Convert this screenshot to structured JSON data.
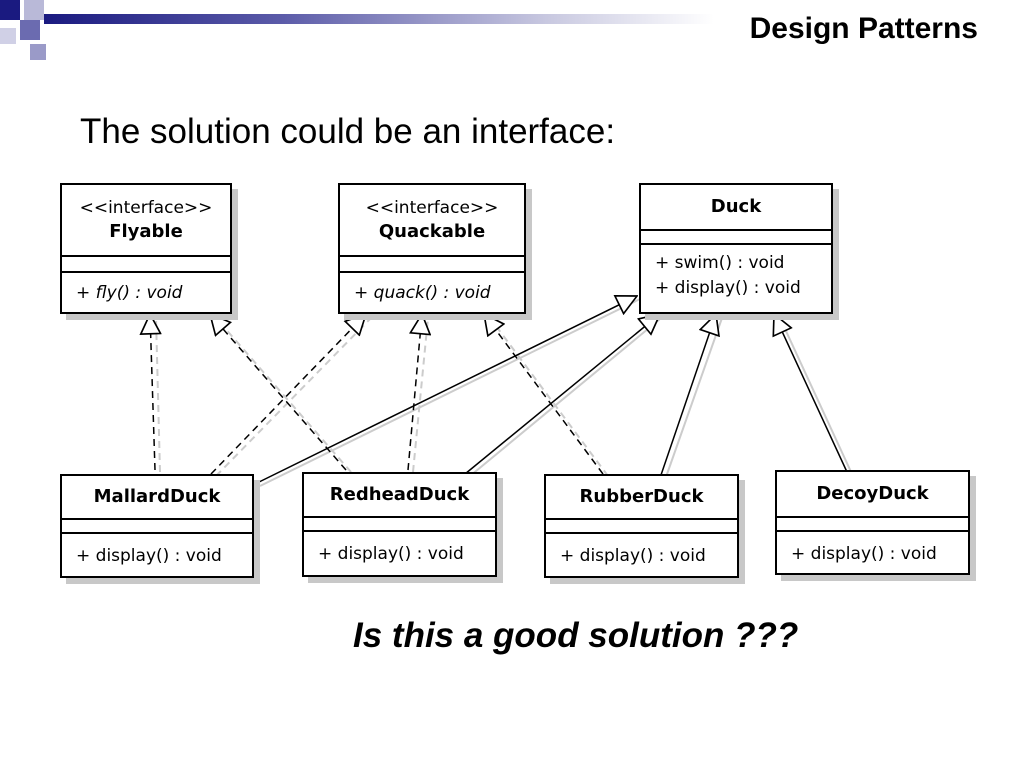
{
  "slide": {
    "title": "Design Patterns",
    "subtitle": "The solution could be an interface:",
    "question": "Is this a good solution ???"
  },
  "diagram": {
    "classes": {
      "flyable": {
        "stereotype": "<<interface>>",
        "name": "Flyable",
        "ops": [
          "+ fly() : void"
        ]
      },
      "quackable": {
        "stereotype": "<<interface>>",
        "name": "Quackable",
        "ops": [
          "+ quack() : void"
        ]
      },
      "duck": {
        "name": "Duck",
        "ops": [
          "+ swim() : void",
          "+ display() : void"
        ]
      },
      "mallard": {
        "name": "MallardDuck",
        "ops": [
          "+ display() : void"
        ]
      },
      "redhead": {
        "name": "RedheadDuck",
        "ops": [
          "+ display() : void"
        ]
      },
      "rubber": {
        "name": "RubberDuck",
        "ops": [
          "+ display() : void"
        ]
      },
      "decoy": {
        "name": "DecoyDuck",
        "ops": [
          "+ display() : void"
        ]
      }
    }
  }
}
